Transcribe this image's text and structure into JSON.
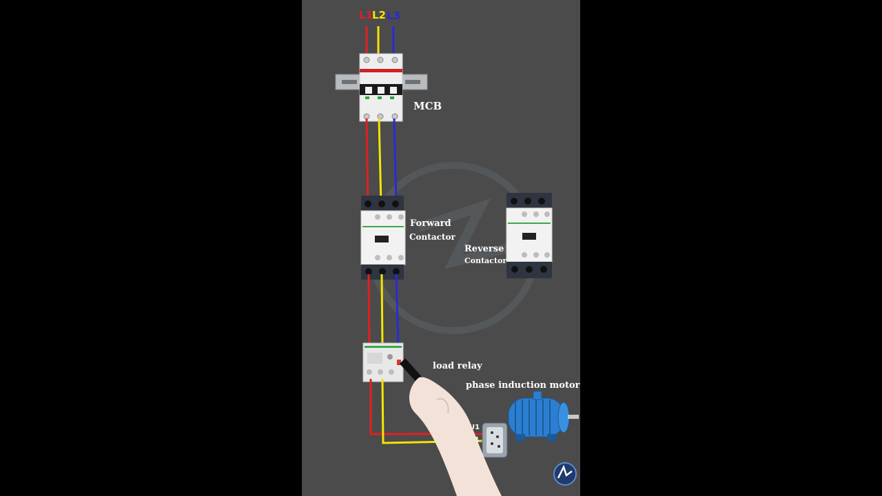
{
  "phases": {
    "l1": "L1",
    "l2": "L2",
    "l3": "L3"
  },
  "labels": {
    "mcb": "MCB",
    "forward_line1": "Forward",
    "forward_line2": "Contactor",
    "reverse_line1": "Reverse",
    "reverse_line2": "Contactor",
    "overload_partial": "load relay",
    "motor_partial": "phase induction motor",
    "u1": "U1",
    "v1": "V1"
  },
  "colors": {
    "background": "#4b4b4b",
    "phase_l1": "#e02020",
    "phase_l2": "#f3e600",
    "phase_l3": "#2a2ad6",
    "motor": "#2c7fd0"
  }
}
